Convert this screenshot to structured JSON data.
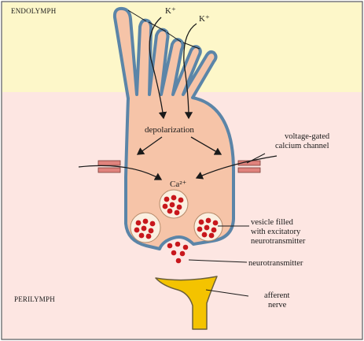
{
  "regions": {
    "top": "ENDOLYMPH",
    "bottom": "PERILYMPH"
  },
  "ions": {
    "potassium_1": "K⁺",
    "potassium_2": "K⁺",
    "calcium": "Ca²⁺"
  },
  "process": {
    "depolarization": "depolarization"
  },
  "callouts": {
    "channel_line1": "voltage-gated",
    "channel_line2": "calcium channel",
    "vesicle_line1": "vesicle filled",
    "vesicle_line2": "with excitatory",
    "vesicle_line3": "neurotransmitter",
    "neurotransmitter": "neurotransmitter",
    "nerve_line1": "afferent",
    "nerve_line2": "nerve"
  },
  "colors": {
    "endolymph_bg": "#fdf7c9",
    "perilymph_bg": "#fde6e2",
    "cell_fill": "#f6c4a8",
    "membrane": "#5b85a8",
    "vesicle_dot": "#c8171c",
    "nerve_fill": "#f4c300",
    "channel": "#e0837d"
  }
}
